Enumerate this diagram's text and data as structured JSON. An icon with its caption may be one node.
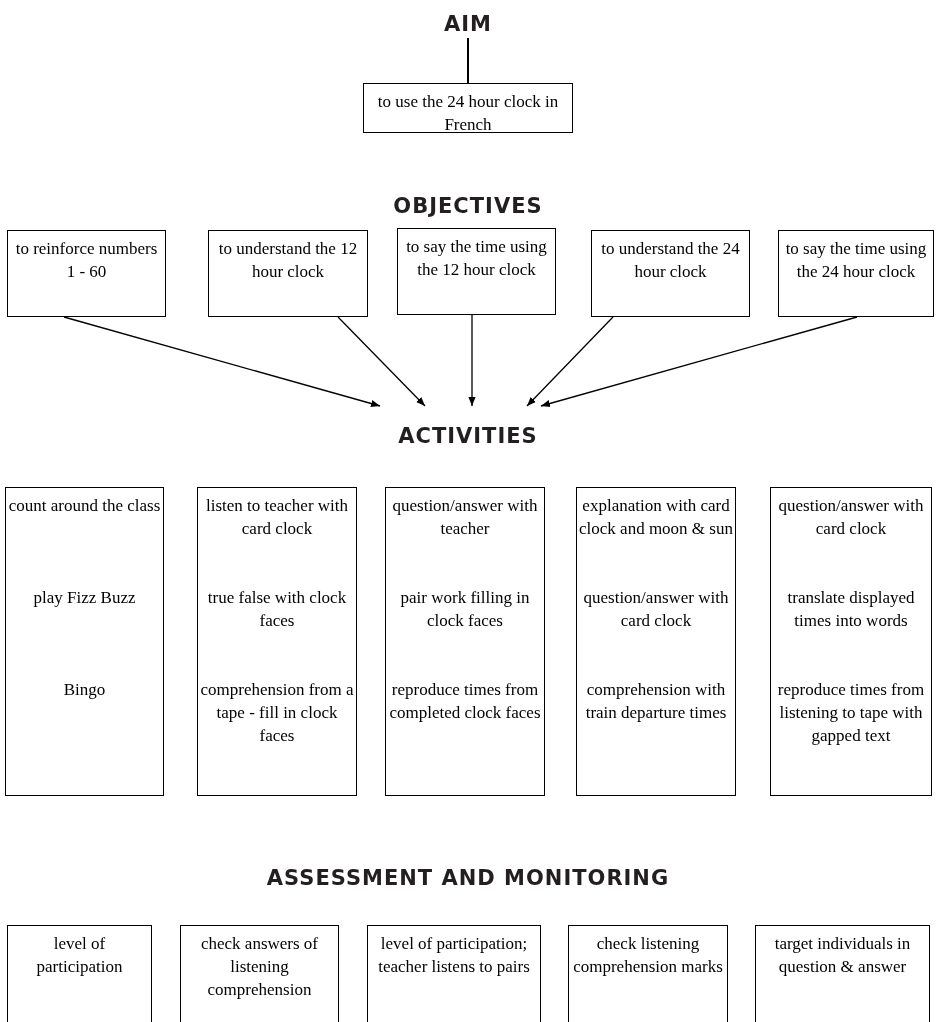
{
  "diagram": {
    "nodes": [
      {
        "text": [
          "AIM"
        ]
      },
      {
        "text": [
          "to use the 24 hour clock in French"
        ]
      },
      {
        "text": [
          "to reinforce numbers 1 - 60"
        ]
      },
      {
        "text": [
          "to understand the 12 hour clock"
        ]
      },
      {
        "text": [
          "to say the time using the 12 hour clock"
        ]
      },
      {
        "text": [
          "to understand the 24 hour clock"
        ]
      },
      {
        "text": [
          "to say the time using the 24 hour clock"
        ]
      },
      {
        "text": [
          "ACTIVITIES"
        ]
      },
      {
        "text": [
          "count around the class",
          "play Fizz Buzz",
          "Bingo"
        ]
      },
      {
        "text": [
          "listen to teacher with card clock",
          "true false with clock faces",
          "comprehension from a tape - fill in clock faces"
        ]
      },
      {
        "text": [
          "question/answer with teacher",
          "pair work filling in clock faces",
          "reproduce times from completed clock faces"
        ]
      },
      {
        "text": [
          "explanation with card clock and moon & sun",
          "question/answer with card clock",
          "comprehension with train departure times"
        ]
      },
      {
        "text": [
          "question/answer with card clock",
          "translate displayed times into words",
          "reproduce times from listening to tape with gapped text"
        ]
      },
      {
        "text": [
          "level of participation"
        ]
      },
      {
        "text": [
          "check answers of listening comprehension"
        ]
      },
      {
        "text": [
          "level of participation; teacher listens to pairs"
        ]
      },
      {
        "text": [
          "check listening comprehension marks"
        ]
      },
      {
        "text": [
          "target individuals in question & answer"
        ]
      }
    ],
    "edges": [
      {
        "from": 0,
        "to": 1,
        "arrow": "none"
      },
      {
        "from": 2,
        "to": 7,
        "arrow": "to"
      },
      {
        "from": 3,
        "to": 7,
        "arrow": "to"
      },
      {
        "from": 4,
        "to": 7,
        "arrow": "to"
      },
      {
        "from": 5,
        "to": 7,
        "arrow": "to"
      },
      {
        "from": 6,
        "to": 7,
        "arrow": "to"
      }
    ],
    "labels": [
      "OBJECTIVES",
      "ASSESSMENT AND MONITORING"
    ]
  }
}
